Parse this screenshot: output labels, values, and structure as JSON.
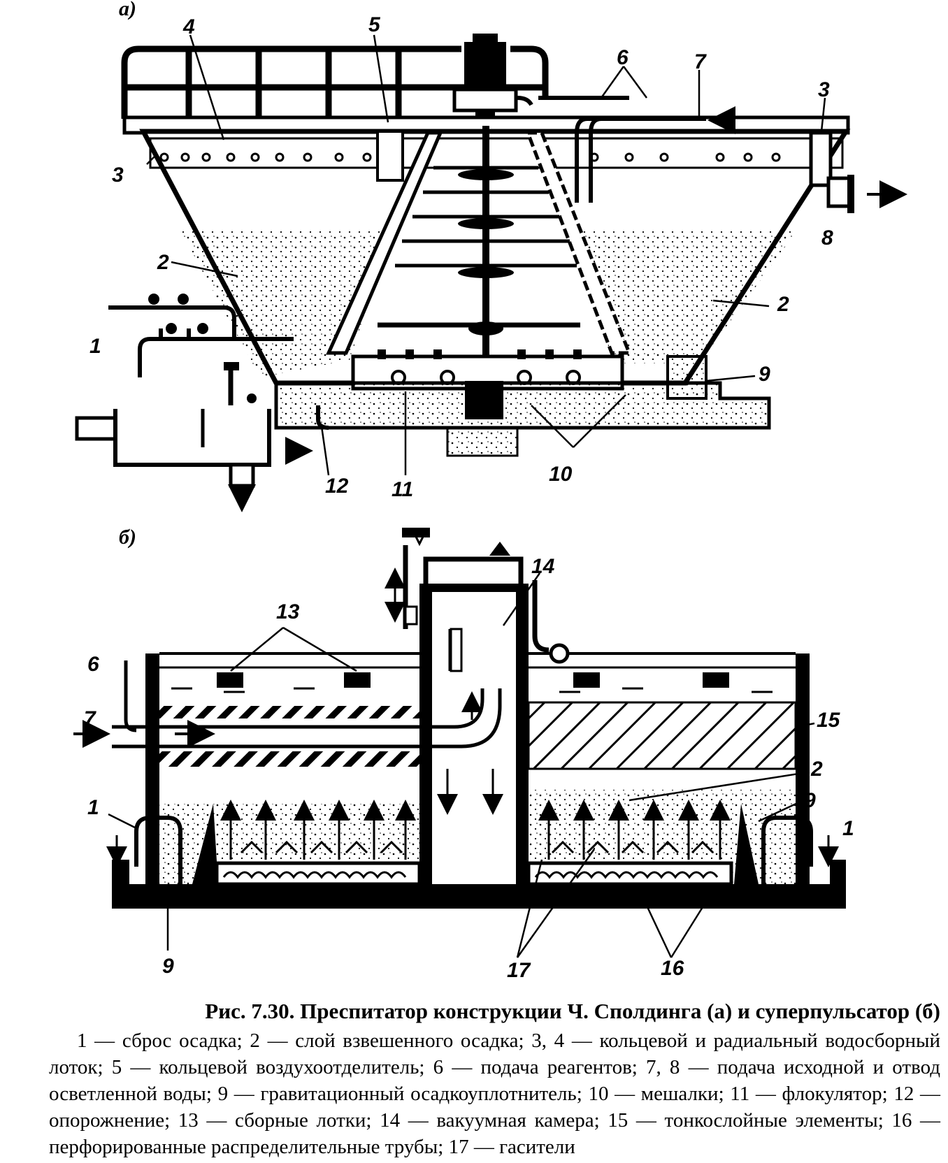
{
  "figure": {
    "panel_a": "а)",
    "panel_b": "б)",
    "labels_a": [
      "1",
      "2",
      "2",
      "3",
      "3",
      "4",
      "5",
      "6",
      "7",
      "8",
      "9",
      "10",
      "11",
      "12"
    ],
    "labels_b": [
      "1",
      "1",
      "2",
      "6",
      "7",
      "9",
      "9",
      "13",
      "14",
      "15",
      "16",
      "17"
    ]
  },
  "caption": {
    "title": "Рис. 7.30. Преспитатор конструкции Ч. Сполдинга (а) и суперпульсатор (б)",
    "text": "1 — сброс осадка; 2 — слой взвешенного осадка; 3, 4 — кольцевой и радиальный водосборный лоток; 5 — кольцевой воздухоотделитель; 6 — подача реагентов; 7, 8 — подача исходной и отвод осветленной воды; 9 — гравитационный осадкоуплотнитель; 10 — мешалки; 11 — флокулятор; 12 — опорожнение; 13 — сборные лотки; 14 — вакуумная камера; 15 — тонкослойные элементы; 16 — перфорированные распределительные трубы; 17 — гасители"
  }
}
